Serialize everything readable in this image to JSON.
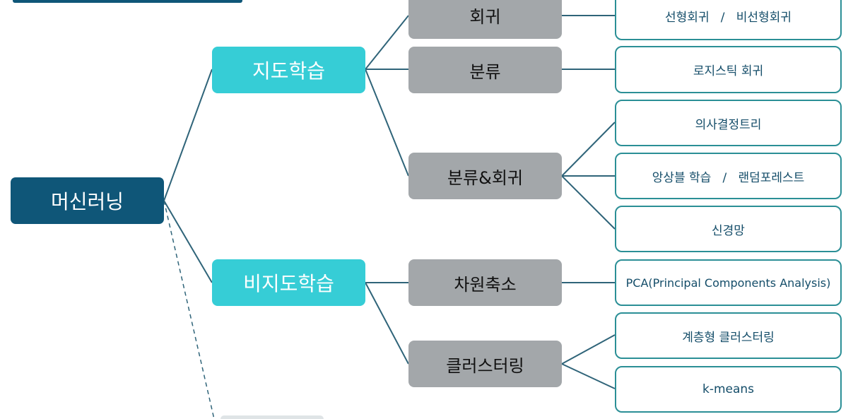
{
  "diagram": {
    "root": {
      "label": "머신러닝"
    },
    "supervised": {
      "label": "지도학습"
    },
    "unsupervised": {
      "label": "비지도학습"
    },
    "regression": {
      "label": "회귀"
    },
    "classification": {
      "label": "분류"
    },
    "classification_regression": {
      "label": "분류&회귀"
    },
    "dim_reduction": {
      "label": "차원축소"
    },
    "clustering": {
      "label": "클러스터링"
    },
    "linear_regression": {
      "label": "선형회귀   /   비선형회귀"
    },
    "logistic_regression": {
      "label": "로지스틱 회귀"
    },
    "decision_tree": {
      "label": "의사결정트리"
    },
    "ensemble": {
      "label": "앙상블 학습   /   랜덤포레스트"
    },
    "neural_network": {
      "label": "신경망"
    },
    "pca": {
      "label": "PCA(Principal Components Analysis)"
    },
    "hierarchical_clustering": {
      "label": "계층형 클러스터링"
    },
    "kmeans": {
      "label": "k-means"
    }
  },
  "colors": {
    "root": "#0f5678",
    "level1": "#36cdd6",
    "level2": "#a3a7aa",
    "leaf_border": "#2b8f96",
    "edge": "#2f6479",
    "title": "#0f5678"
  }
}
